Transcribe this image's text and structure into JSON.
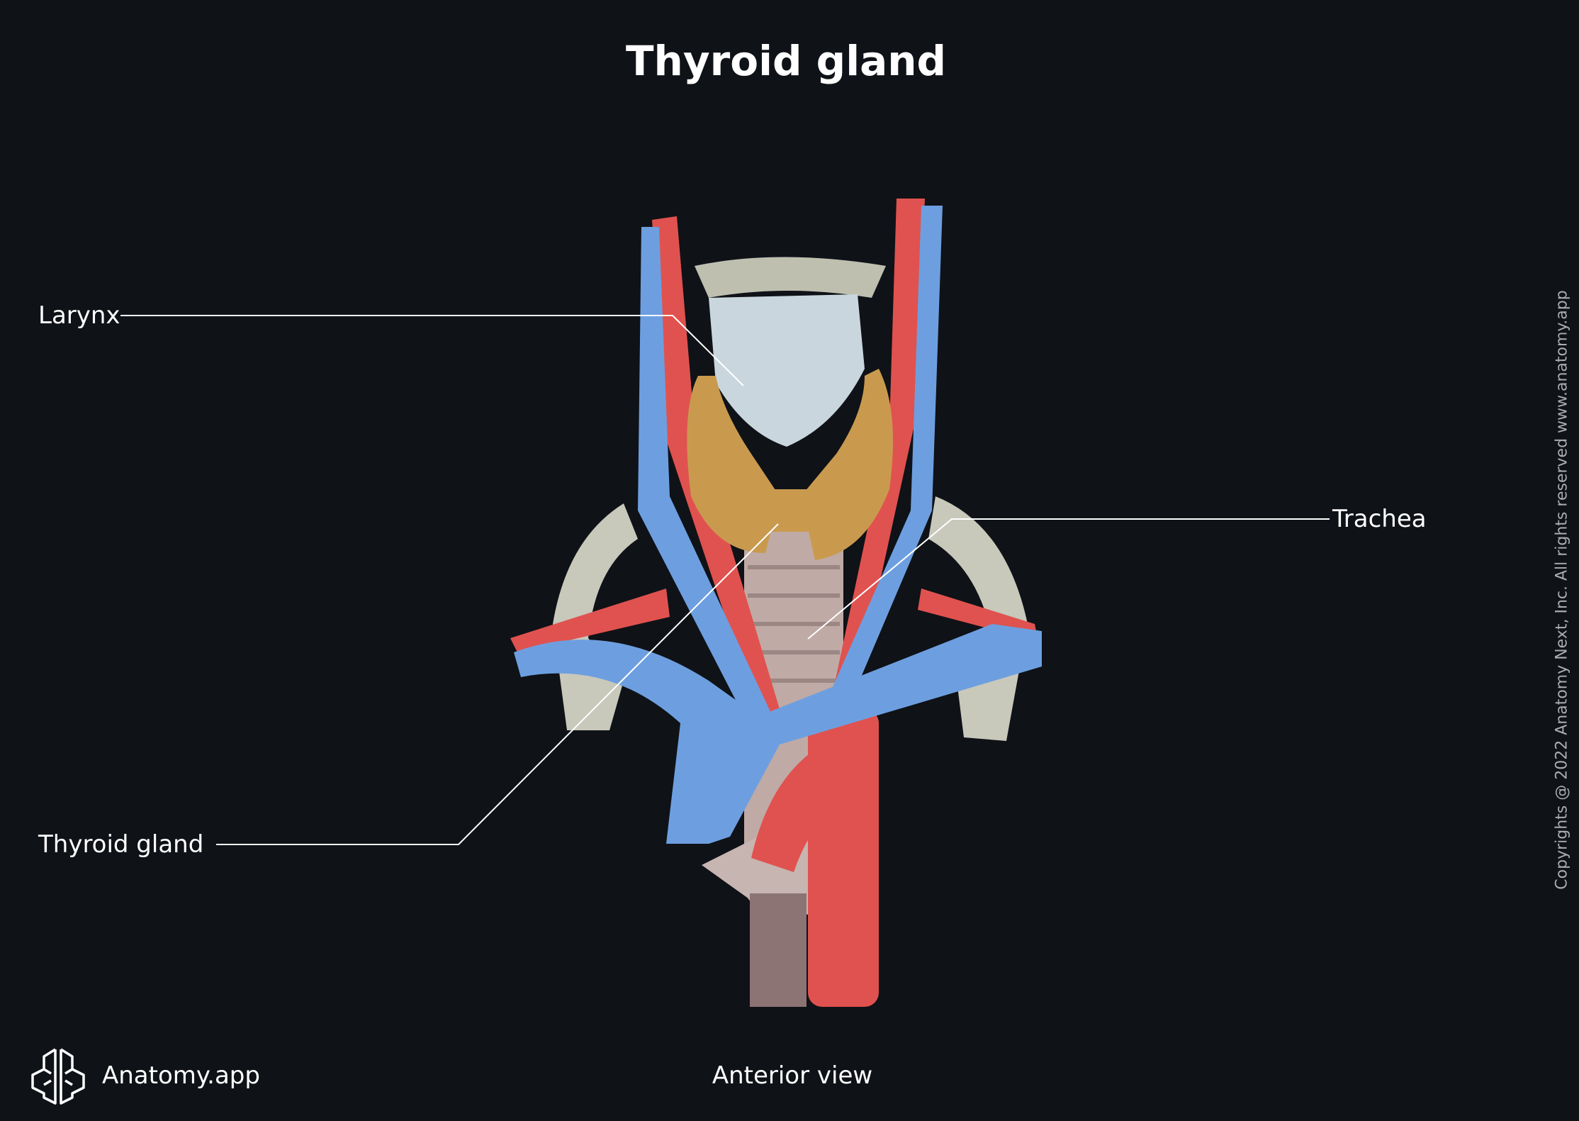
{
  "title": "Thyroid gland",
  "labels": {
    "larynx": "Larynx",
    "trachea": "Trachea",
    "thyroid_gland": "Thyroid gland"
  },
  "view": "Anterior view",
  "brand": {
    "name": "Anatomy.app",
    "logo_icon": "brain-icon"
  },
  "copyright": "Copyrights @ 2022 Anatomy Next, Inc. All rights reserved www.anatomy.app",
  "colors": {
    "background": "#0f1217",
    "artery": "#e0524f",
    "vein": "#6d9fe0",
    "cartilage": "#c9d6de",
    "gland": "#c99a4e",
    "bone": "#cfcfc2"
  }
}
